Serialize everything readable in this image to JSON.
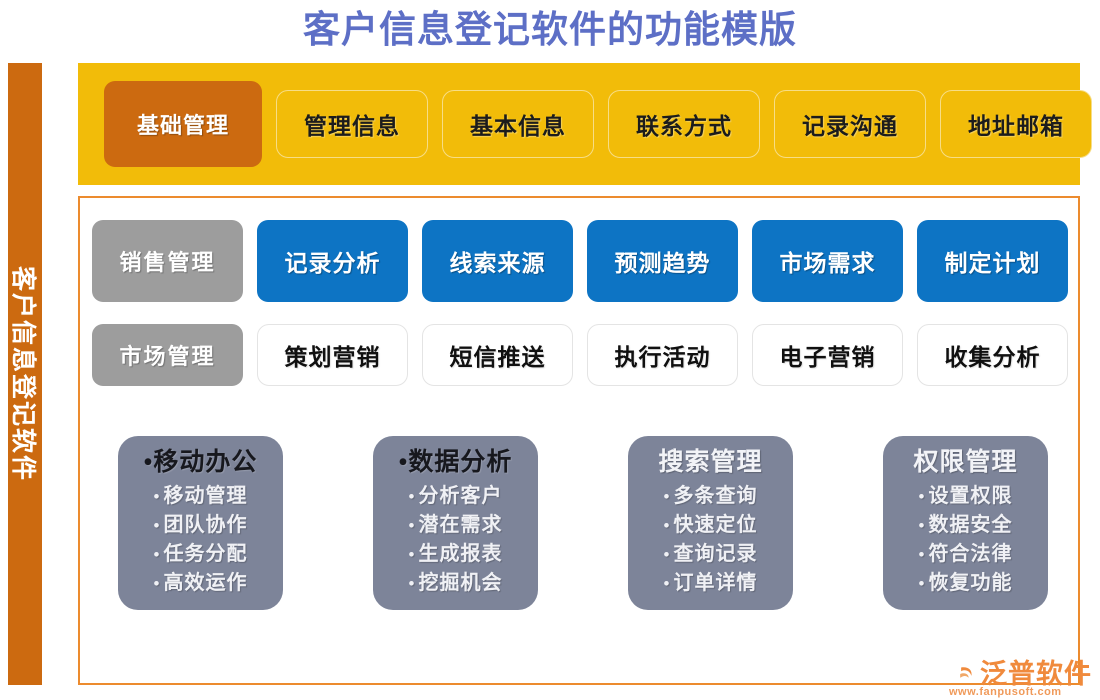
{
  "page": {
    "title": "客户信息登记软件的功能模版"
  },
  "sidebar": {
    "label": "客户信息登记软件",
    "color": "#cc6a10"
  },
  "top_band": {
    "color": "#f2bc09",
    "active_tab": {
      "label": "基础管理",
      "color": "#cc6a10"
    },
    "tabs": [
      {
        "label": "管理信息"
      },
      {
        "label": "基本信息"
      },
      {
        "label": "联系方式"
      },
      {
        "label": "记录沟通"
      },
      {
        "label": "地址邮箱"
      }
    ]
  },
  "panel": {
    "border_color": "#ec8b2e",
    "rows": [
      {
        "category": {
          "label": "销售管理",
          "color": "#9d9d9d"
        },
        "style": "blue",
        "accent": "#0d74c4",
        "items": [
          {
            "label": "记录分析"
          },
          {
            "label": "线索来源"
          },
          {
            "label": "预测趋势"
          },
          {
            "label": "市场需求"
          },
          {
            "label": "制定计划"
          }
        ]
      },
      {
        "category": {
          "label": "市场管理",
          "color": "#9d9d9d"
        },
        "style": "white",
        "accent": "#ffffff",
        "items": [
          {
            "label": "策划营销"
          },
          {
            "label": "短信推送"
          },
          {
            "label": "执行活动"
          },
          {
            "label": "电子营销"
          },
          {
            "label": "收集分析"
          }
        ]
      }
    ],
    "cards": [
      {
        "title": "移动办公",
        "title_bullet": "•",
        "dark_title": true,
        "items": [
          "移动管理",
          "团队协作",
          "任务分配",
          "高效运作"
        ]
      },
      {
        "title": "数据分析",
        "title_bullet": "•",
        "dark_title": true,
        "items": [
          "分析客户",
          "潜在需求",
          "生成报表",
          "挖掘机会"
        ]
      },
      {
        "title": "搜索管理",
        "title_bullet": "",
        "dark_title": false,
        "items": [
          "多条查询",
          "快速定位",
          "查询记录",
          "订单详情"
        ]
      },
      {
        "title": "权限管理",
        "title_bullet": "",
        "dark_title": false,
        "items": [
          "设置权限",
          "数据安全",
          "符合法律",
          "恢复功能"
        ]
      }
    ],
    "card_color": "#7d8499"
  },
  "logo": {
    "name": "泛普软件",
    "url": "www.fanpusoft.com",
    "color": "#f08a3c"
  }
}
